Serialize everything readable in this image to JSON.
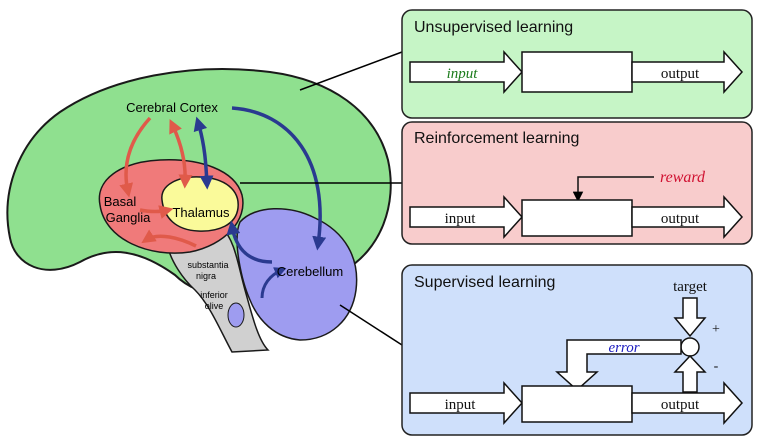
{
  "brain": {
    "cerebral_cortex": "Cerebral Cortex",
    "basal_ganglia_line1": "Basal",
    "basal_ganglia_line2": "Ganglia",
    "thalamus": "Thalamus",
    "substantia_nigra_line1": "substantia",
    "substantia_nigra_line2": "nigra",
    "inferior_olive_line1": "inferior",
    "inferior_olive_line2": "olive",
    "cerebellum": "Cerebellum"
  },
  "panels": {
    "unsupervised": {
      "title": "Unsupervised learning",
      "input": "input",
      "output": "output",
      "bg": "#c6f5c6"
    },
    "reinforcement": {
      "title": "Reinforcement learning",
      "input": "input",
      "output": "output",
      "signal": "reward",
      "bg": "#f8cccc"
    },
    "supervised": {
      "title": "Supervised learning",
      "input": "input",
      "output": "output",
      "target": "target",
      "error": "error",
      "plus": "+",
      "minus": "-",
      "bg": "#cfe0fb"
    }
  },
  "colors": {
    "cortex": "#8fe08f",
    "basal_ganglia": "#f07a7a",
    "thalamus": "#fafa9a",
    "cerebellum": "#9e9cf0",
    "brainstem": "#d0d0d0",
    "red_arrow": "#e05a4a",
    "blue_arrow": "#2a3a90",
    "input_green": "#1a7a1a",
    "reward_red": "#d01030",
    "error_blue": "#2020c0"
  }
}
